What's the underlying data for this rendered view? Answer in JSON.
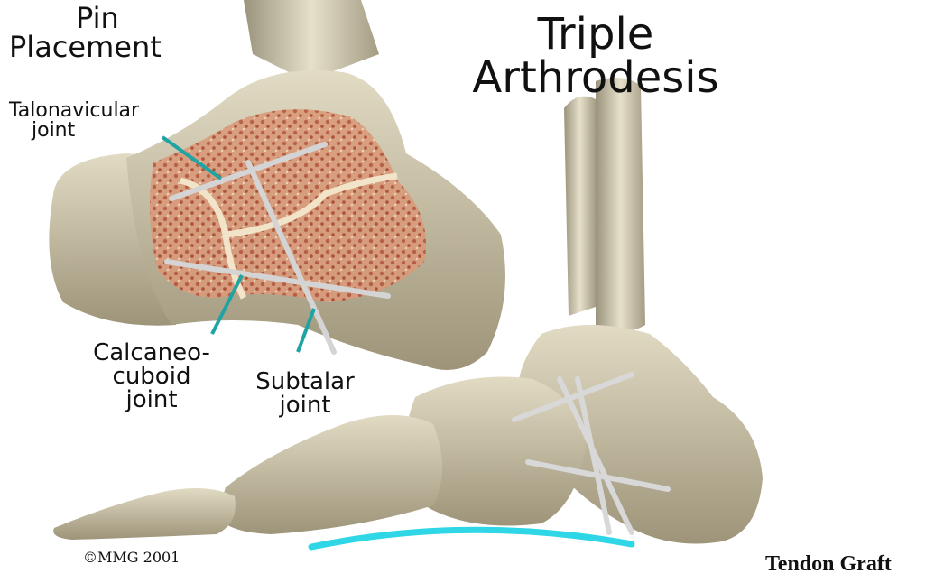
{
  "labels": {
    "pin_placement_line1": "Pin",
    "pin_placement_line2": "Placement",
    "triple_line1": "Triple",
    "triple_line2": "Arthrodesis",
    "talonavicular_line1": "Talonavicular",
    "talonavicular_line2": "joint",
    "calcaneocuboid_line1": "Calcaneo-",
    "calcaneocuboid_line2": "cuboid",
    "calcaneocuboid_line3": "joint",
    "subtalar_line1": "Subtalar",
    "subtalar_line2": "joint",
    "copyright": "©MMG 2001",
    "tendon_graft": "Tendon Graft"
  },
  "colors": {
    "bone": "#cdc4aa",
    "bone_shadow": "#8e866f",
    "cancellous": "#c47a5e",
    "pin": "#cfcfcf",
    "pointer": "#1fa3a3",
    "tendon_graft": "#2fd6e6"
  }
}
